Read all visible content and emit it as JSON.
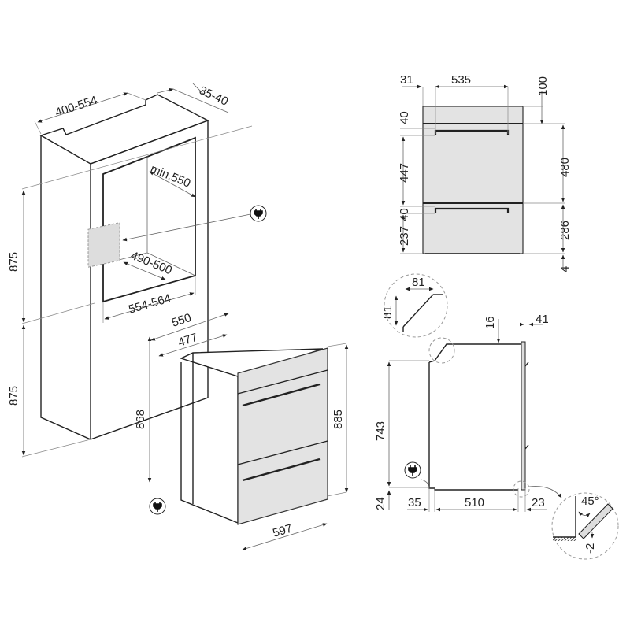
{
  "iso_cabinet": {
    "width_range": "400-554",
    "depth_gap": "35-40",
    "min_depth": "min.550",
    "inner_depth": "490-500",
    "opening_width": "554-564",
    "height_upper": "875",
    "height_lower": "875",
    "plug_icon": "power-plug-icon"
  },
  "iso_appliance": {
    "depth_total": "550",
    "depth_body": "477",
    "body_height": "868",
    "front_height": "885",
    "front_width": "597",
    "plug_icon": "power-plug-icon"
  },
  "front_view": {
    "left_offset": "31",
    "handle_width": "535",
    "top_gap": "100",
    "handle_top_gap_1": "40",
    "drawer1_height": "447",
    "handle_top_gap_2": "40",
    "drawer2_height": "237",
    "drawer1_right": "480",
    "drawer2_right": "286",
    "bottom_gap": "4"
  },
  "side_view": {
    "chamfer_w": "81",
    "chamfer_h": "81",
    "top_gap": "16",
    "door_thickness": "41",
    "body_height": "743",
    "base_height": "24",
    "rear_offset": "35",
    "body_depth": "510",
    "front_offset": "23",
    "angle": "45°",
    "floor_offset": "-2",
    "plug_icon": "power-plug-icon"
  },
  "colors": {
    "line": "#222222",
    "panel": "#e3e3e3",
    "guide": "#888888"
  }
}
